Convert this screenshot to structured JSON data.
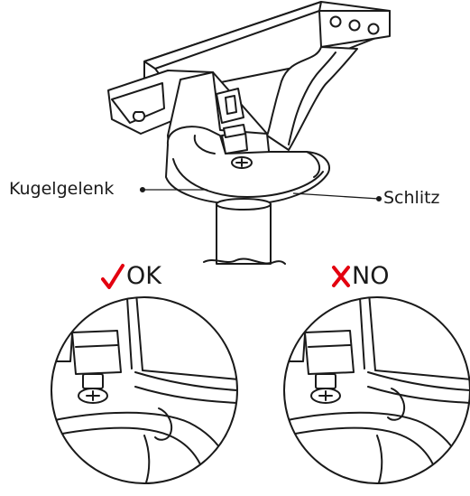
{
  "labels": {
    "ball_joint": "Kugelgelenk",
    "slot": "Schlitz"
  },
  "verdicts": {
    "correct": {
      "text": "OK",
      "icon": "check-icon",
      "color": "#e3000f"
    },
    "incorrect": {
      "text": "NO",
      "icon": "cross-icon",
      "color": "#e3000f"
    }
  },
  "colors": {
    "line": "#1a1a1a",
    "background": "#ffffff"
  }
}
